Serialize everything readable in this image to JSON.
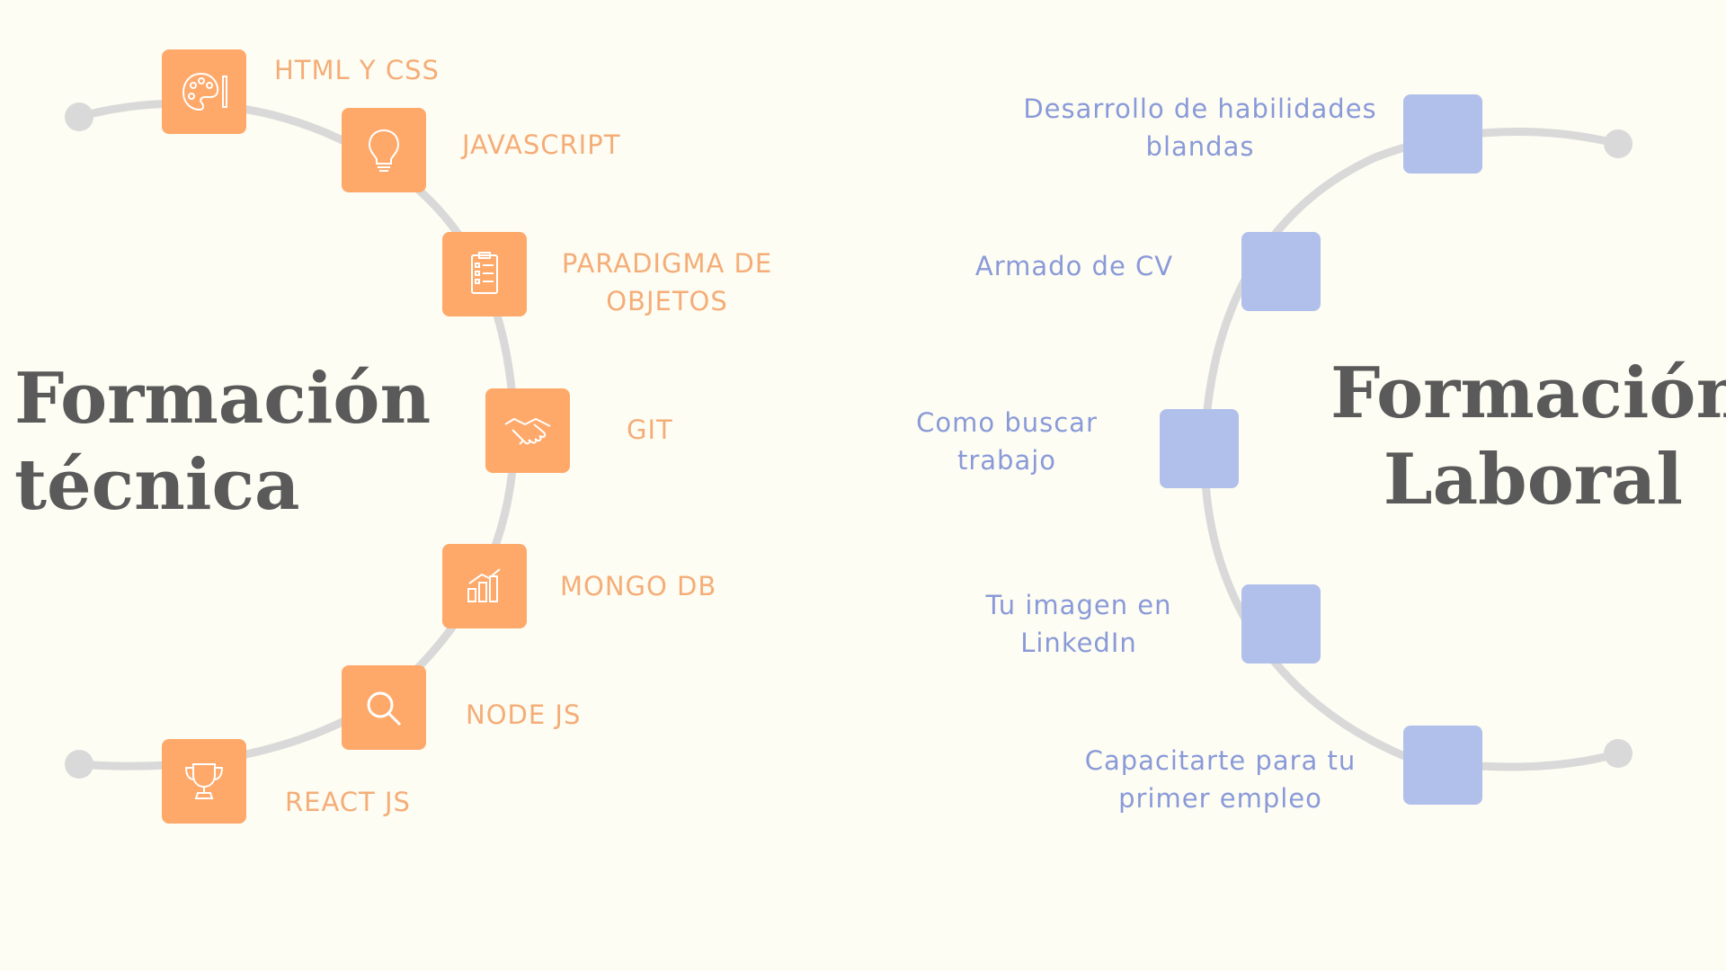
{
  "left": {
    "heading_line1": "Formación",
    "heading_line2": "técnica",
    "items": [
      {
        "label": "HTML Y CSS",
        "icon": "palette-icon"
      },
      {
        "label": "JAVASCRIPT",
        "icon": "lightbulb-icon"
      },
      {
        "label_line1": "PARADIGMA DE",
        "label_line2": "OBJETOS",
        "icon": "checklist-icon"
      },
      {
        "label": "GIT",
        "icon": "handshake-icon"
      },
      {
        "label": "MONGO DB",
        "icon": "bar-chart-icon"
      },
      {
        "label": "NODE JS",
        "icon": "magnifier-icon"
      },
      {
        "label": "REACT JS",
        "icon": "trophy-icon"
      }
    ]
  },
  "right": {
    "heading_line1": "Formación",
    "heading_line2": "Laboral",
    "items": [
      {
        "label_line1": "Desarrollo de habilidades",
        "label_line2": "blandas"
      },
      {
        "label_line1": "Armado de CV"
      },
      {
        "label_line1": "Como buscar",
        "label_line2": "trabajo"
      },
      {
        "label_line1": "Tu imagen en",
        "label_line2": "LinkedIn"
      },
      {
        "label_line1": "Capacitarte para tu",
        "label_line2": "primer empleo"
      }
    ]
  },
  "colors": {
    "background": "#fdfdf3",
    "orange_tile": "#fea96a",
    "orange_text": "#f5ad78",
    "blue_tile": "#b1c0eb",
    "blue_text": "#8a9ad8",
    "heading_text": "#5a5a5a",
    "arc": "#d9d9d9"
  }
}
